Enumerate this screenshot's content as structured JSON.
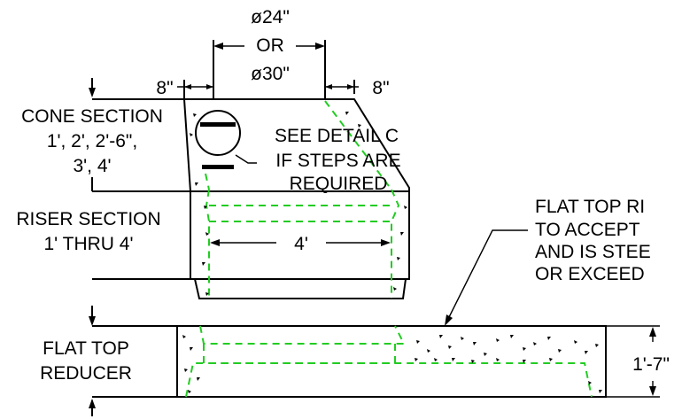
{
  "dimensions": {
    "top_opening_line1": "ø24\"",
    "top_opening_line2": "OR",
    "top_opening_line3": "ø30\"",
    "left_offset": "8\"",
    "right_offset": "8\"",
    "riser_width": "4'",
    "reducer_height": "1'-7\""
  },
  "labels": {
    "cone_section": [
      "CONE SECTION",
      "1', 2', 2'-6\",",
      "3', 4'"
    ],
    "riser_section": [
      "RISER SECTION",
      "1' THRU 4'"
    ],
    "flat_top_reducer": [
      "FLAT TOP",
      "REDUCER"
    ]
  },
  "callouts": {
    "detail_c": [
      "SEE DETAIL C",
      "IF STEPS ARE",
      "REQUIRED"
    ],
    "reducer_note": [
      "FLAT TOP RI",
      "TO ACCEPT",
      "AND IS STEE",
      "OR EXCEED"
    ]
  },
  "colors": {
    "outline": "#000000",
    "hidden_lines": "#22cc22",
    "background": "#ffffff"
  }
}
